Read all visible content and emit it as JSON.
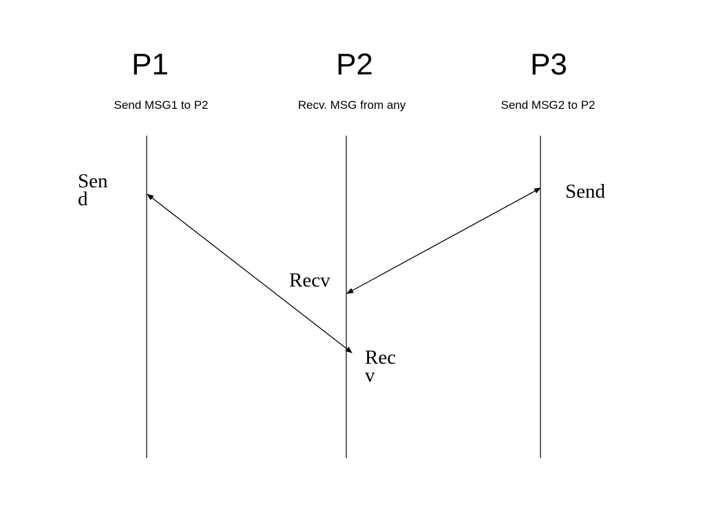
{
  "processes": [
    {
      "name": "P1",
      "caption": "Send MSG1 to P2"
    },
    {
      "name": "P2",
      "caption": "Recv. MSG from any"
    },
    {
      "name": "P3",
      "caption": "Send MSG2 to P2"
    }
  ],
  "events": {
    "p1_send": {
      "line1": "Sen",
      "line2": "d"
    },
    "p3_send": {
      "text": "Send"
    },
    "p2_recv_first": {
      "text": "Recv"
    },
    "p2_recv_second": {
      "line1": "Rec",
      "line2": "v"
    }
  },
  "messages": [
    {
      "from": "P1",
      "to": "P2",
      "arrowheads": "both"
    },
    {
      "from": "P3",
      "to": "P2",
      "arrowheads": "both"
    }
  ],
  "colors": {
    "line": "#000000",
    "text": "#000000",
    "background": "#ffffff"
  }
}
